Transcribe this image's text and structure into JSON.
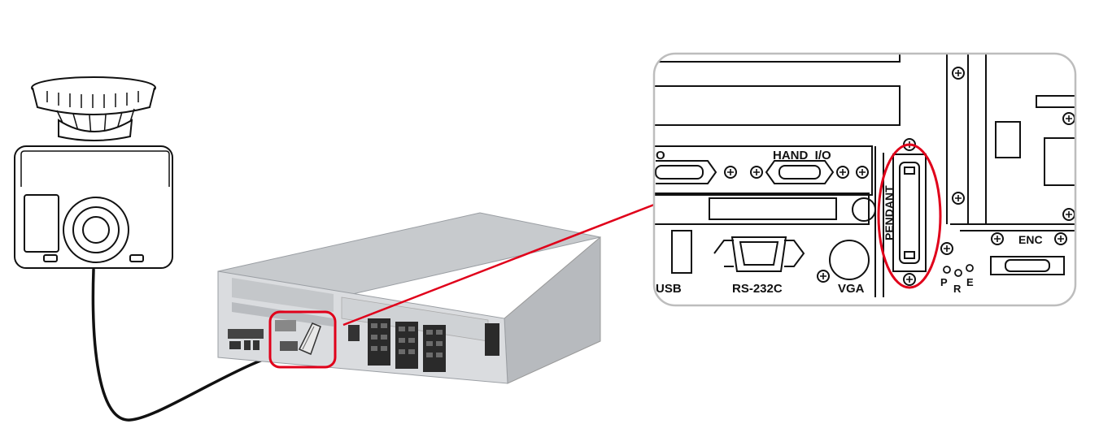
{
  "colors": {
    "highlight": "#e0001a",
    "outline": "#111111",
    "controller_body": "#c9ccd0",
    "controller_front": "#d7d9dc",
    "background": "#ffffff"
  },
  "icons": [
    "teach-pendant-icon",
    "robot-controller-icon",
    "connector-cable-icon",
    "screw-icon"
  ],
  "detail": {
    "port_labels": {
      "hand_io": "HAND  I/O",
      "io_partial": "O",
      "pendant": "PENDANT",
      "usb": "USB",
      "rs232c": "RS-232C",
      "vga": "VGA",
      "enc": "ENC",
      "led_p": "P",
      "led_r": "R",
      "led_e": "E"
    }
  }
}
